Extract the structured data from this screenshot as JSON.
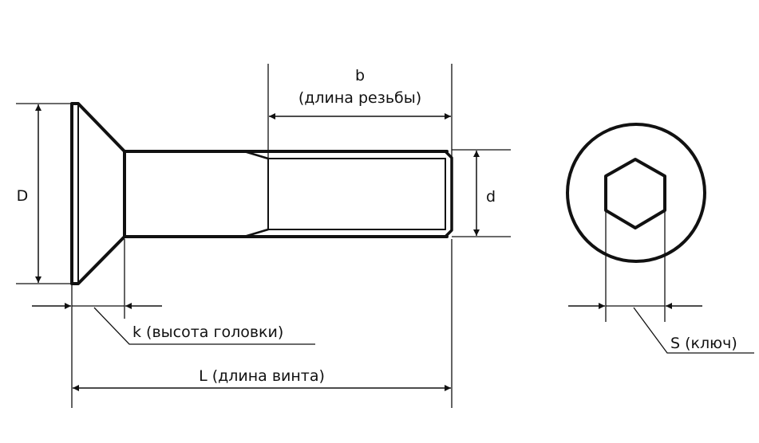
{
  "labels": {
    "b_symbol": "b",
    "b_caption": "(длина резьбы)",
    "D": "D",
    "d": "d",
    "k": "k (высота головки)",
    "L": "L (длина винта)",
    "S": "S (ключ)"
  },
  "colors": {
    "ink": "#111111",
    "background": "#ffffff"
  }
}
